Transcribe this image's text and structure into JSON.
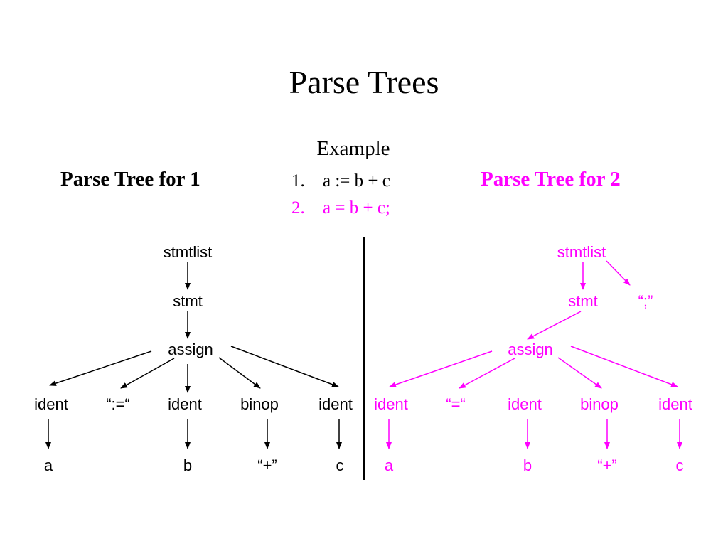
{
  "title": "Parse Trees",
  "example": {
    "label": "Example",
    "items": [
      {
        "number": "1.",
        "text": "a := b + c"
      },
      {
        "number": "2.",
        "text": "a = b + c;"
      }
    ]
  },
  "colors": {
    "tree1": "#000000",
    "tree2": "#ff00ff"
  },
  "tree1": {
    "heading": "Parse Tree for 1",
    "nodes": {
      "stmtlist": "stmtlist",
      "stmt": "stmt",
      "assign": "assign",
      "ident_a": "ident",
      "assign_op": "“:=“",
      "ident_b": "ident",
      "binop": "binop",
      "ident_c": "ident",
      "leaf_a": "a",
      "leaf_b": "b",
      "leaf_plus": "“+”",
      "leaf_c": "c"
    }
  },
  "tree2": {
    "heading": "Parse Tree for 2",
    "nodes": {
      "stmtlist": "stmtlist",
      "stmt": "stmt",
      "semicolon": "“;”",
      "assign": "assign",
      "ident_a": "ident",
      "assign_op": "“=“",
      "ident_b": "ident",
      "binop": "binop",
      "ident_c": "ident",
      "leaf_a": "a",
      "leaf_b": "b",
      "leaf_plus": "“+”",
      "leaf_c": "c"
    }
  }
}
